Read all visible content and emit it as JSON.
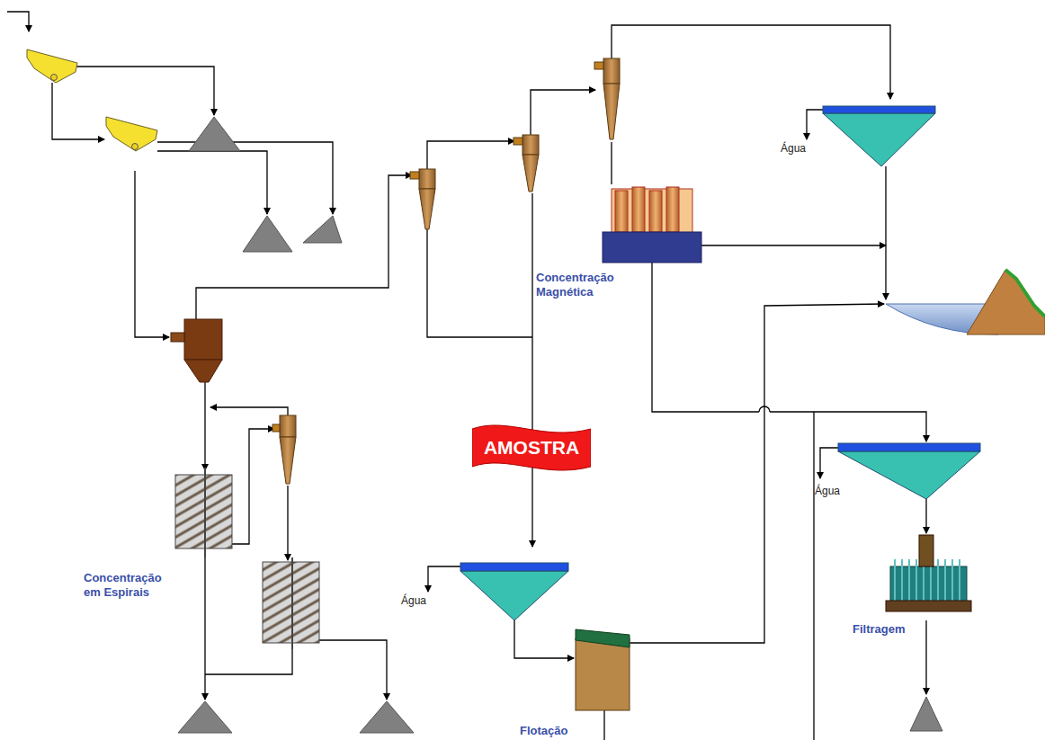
{
  "diagram": {
    "nodes": [
      {
        "text": [
          "AMOSTRA"
        ]
      }
    ],
    "labels": [
      "Água",
      "Concentração Magnética",
      "Concentração em Espirais",
      "Água",
      "Água",
      "Filtragem",
      "Flotação"
    ]
  }
}
